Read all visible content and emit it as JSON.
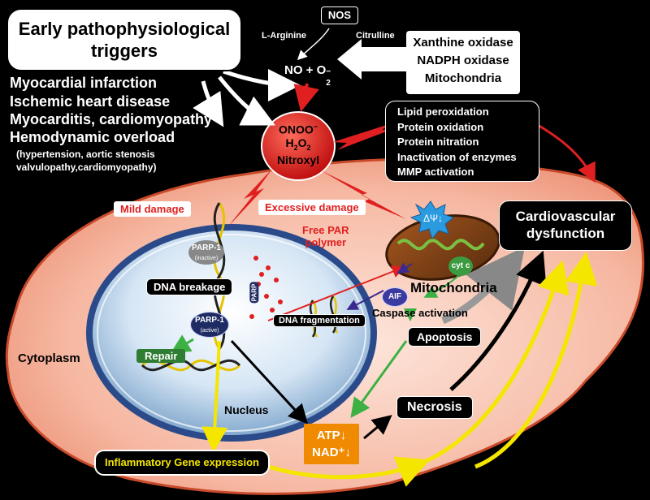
{
  "triggers": {
    "title": "Early pathophysiological triggers",
    "items": [
      "Myocardial infarction",
      "Ischemic heart disease",
      "Myocarditis, cardiomyopathy",
      "Hemodynamic overload"
    ],
    "note_line1": "(hypertension, aortic stenosis",
    "note_line2": "valvulopathy,cardiomyopathy)"
  },
  "nos": {
    "label": "NOS",
    "substrate": "L-Arginine",
    "product": "Citrulline",
    "no_o2": "NO + O",
    "o2_sup": "−",
    "o2_sub": "2"
  },
  "sources": [
    "Xanthine oxidase",
    "NADPH oxidase",
    "Mitochondria"
  ],
  "oxidants": {
    "line1": "ONOO",
    "line1_sup": "−",
    "line2": "H",
    "line2_sub": "2",
    "line2b": "O",
    "line2b_sub": "2",
    "line3": "Nitroxyl"
  },
  "effects": [
    "Lipid peroxidation",
    "Protein oxidation",
    "Protein nitration",
    "Inactivation of enzymes",
    "MMP activation"
  ],
  "damage": {
    "mild": "Mild damage",
    "excessive": "Excessive damage"
  },
  "nucleus": {
    "parp_inactive": "PARP-1",
    "parp_inactive_sub": "(inactive)",
    "dna_breakage": "DNA breakage",
    "parp_active": "PARP-1",
    "parp_active_sub": "(active)",
    "repair": "Repair",
    "label": "Nucleus",
    "parp_small": "PARP",
    "dna_fragmentation": "DNA fragmentation",
    "free_par_line1": "Free PAR",
    "free_par_line2": "polymer"
  },
  "mito": {
    "delta_psi": "ΔΨ↓",
    "aif": "AIF",
    "cytc": "cyt c",
    "label": "Mitochondria"
  },
  "caspase": "Caspase activation",
  "apoptosis": "Apoptosis",
  "cytoplasm": "Cytoplasm",
  "atp": {
    "line1": "ATP↓",
    "line2": "NAD⁺↓"
  },
  "necrosis": "Necrosis",
  "inflammatory": "Inflammatory Gene expression",
  "cardio": {
    "line1": "Cardiovascular",
    "line2": "dysfunction"
  },
  "colors": {
    "cell": "#f4a58e",
    "oxidant": "#e52222",
    "arrow_yellow": "#f5e600",
    "arrow_red": "#e02020",
    "arrow_green": "#3cb043",
    "nucleus": "#b8d4ec"
  }
}
